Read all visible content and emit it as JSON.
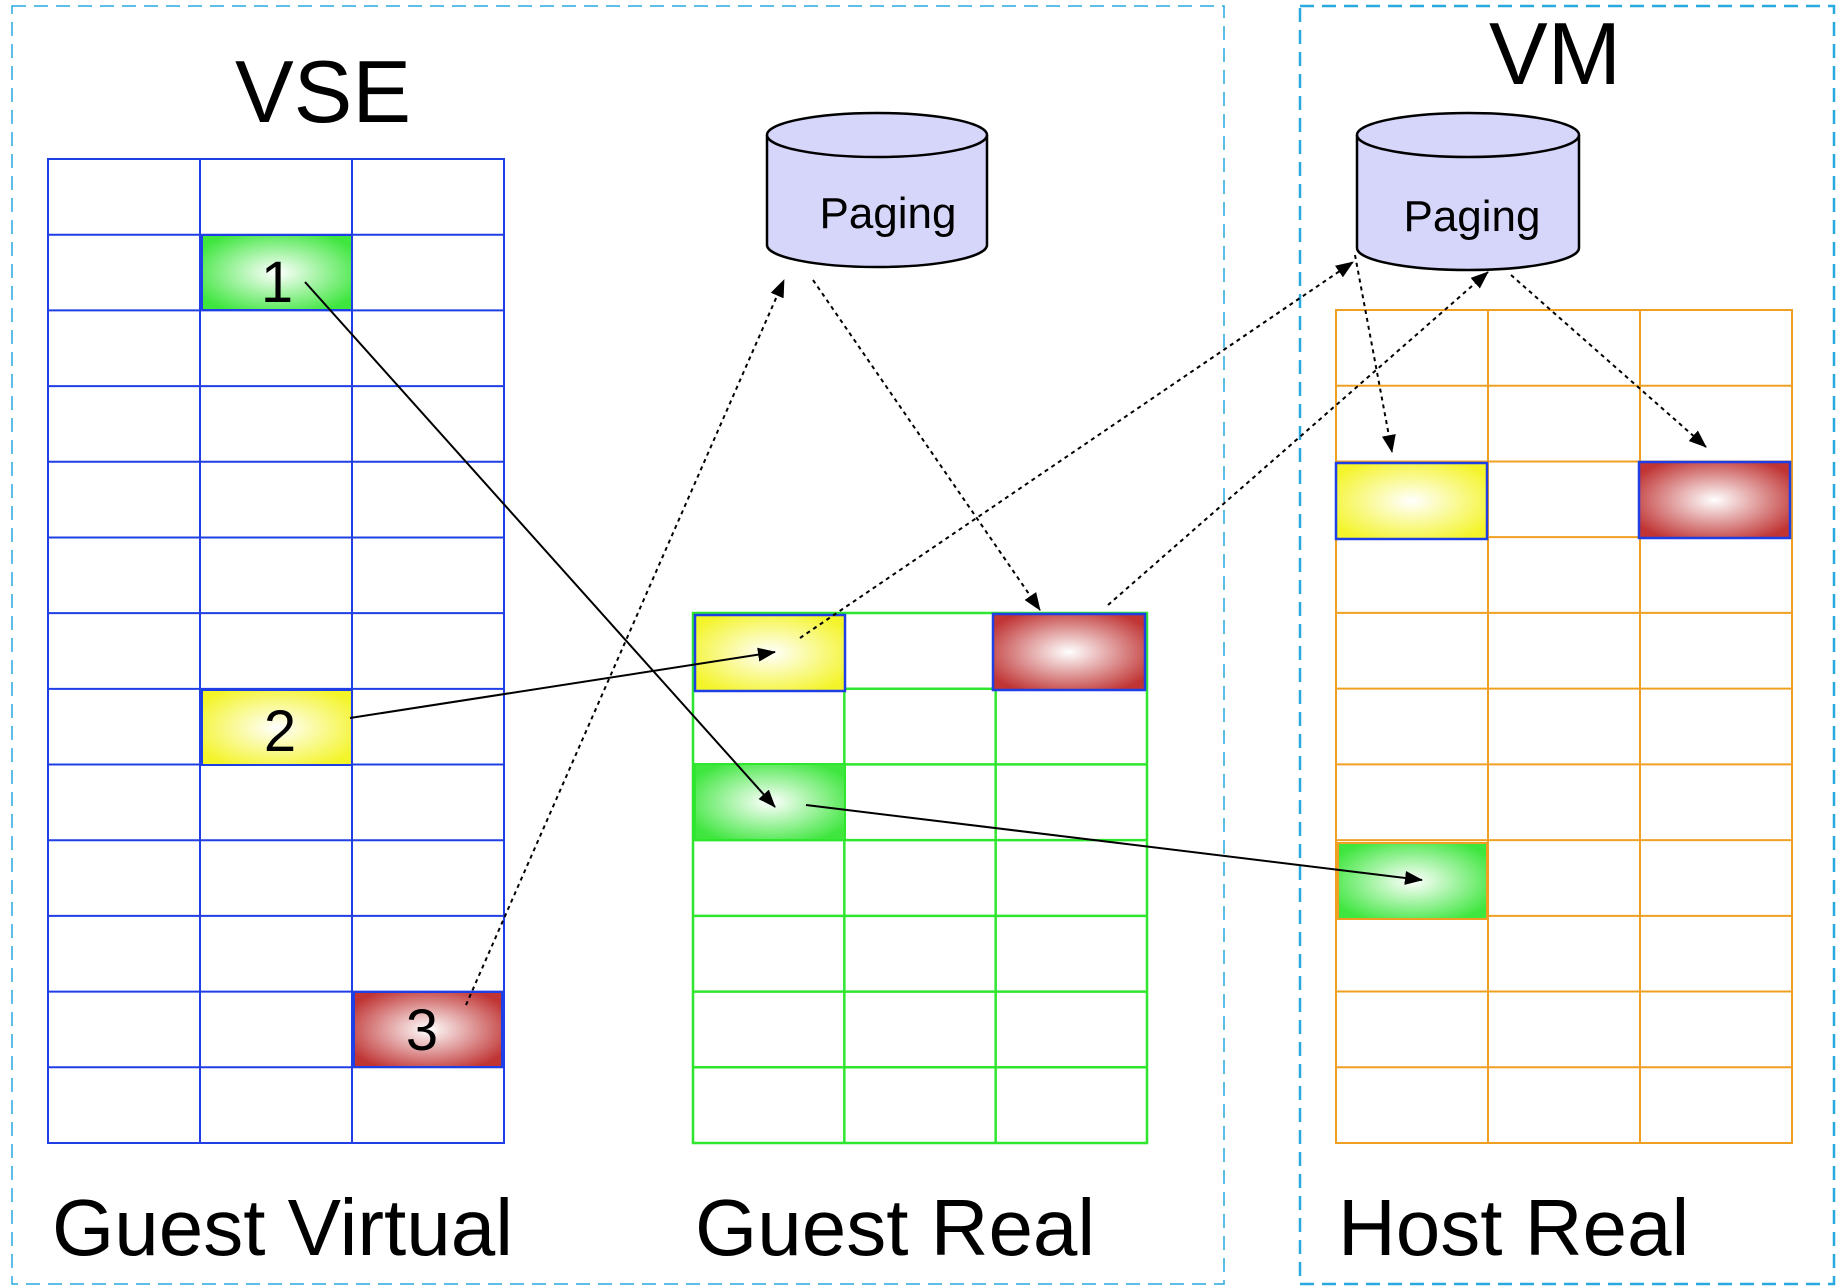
{
  "regions": {
    "vse": {
      "title": "VSE"
    },
    "vm": {
      "title": "VM"
    }
  },
  "grids": {
    "guest_virtual": {
      "caption": "Guest Virtual",
      "rows": 13,
      "cols": 3,
      "line_color": "#1f3fe6"
    },
    "guest_real": {
      "caption": "Guest Real",
      "rows": 7,
      "cols": 3,
      "line_color": "#2fe62f"
    },
    "host_real": {
      "caption": "Host Real",
      "rows": 11,
      "cols": 3,
      "line_color": "#f0a020"
    }
  },
  "pages": {
    "page1": {
      "label": "1",
      "color": "green"
    },
    "page2": {
      "label": "2",
      "color": "yellow"
    },
    "page3": {
      "label": "3",
      "color": "red"
    }
  },
  "paging": {
    "guest": {
      "label": "Paging"
    },
    "host": {
      "label": "Paging"
    }
  },
  "colors": {
    "region_border": "#29a9e0",
    "cylinder_fill": "#d6d6fa",
    "green": "#2fe62f",
    "yellow": "#f2f22a",
    "red": "#c23a3a",
    "cell_highlight_border": "#1f3fe6"
  }
}
